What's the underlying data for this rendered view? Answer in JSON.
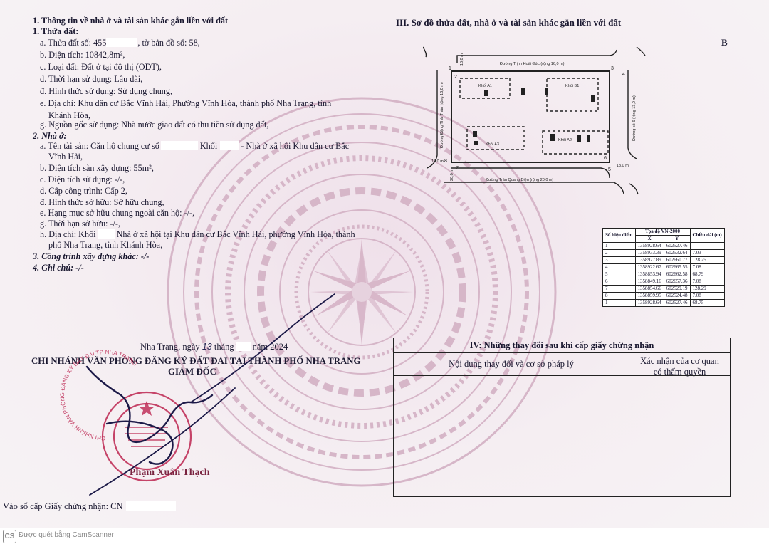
{
  "left": {
    "heading1a": "1. Thông tin về nhà ở và tài sản khác gắn liền với đất",
    "heading1b": "1. Thửa đất:",
    "a": "a. Thửa đất số: 455",
    "a_sheet": ", tờ bản đồ số: 58,",
    "b": "b. Diện tích: 10842,8m²,",
    "c": "c. Loại đất: Đất ở tại đô thị (ODT),",
    "d": "d. Thời hạn sử dụng: Lâu dài,",
    "dd": "đ. Hình thức sử dụng: Sử dụng chung,",
    "e1": "e. Địa chỉ: Khu dân cư Bắc Vĩnh Hải, Phường Vĩnh Hòa, thành phố Nha Trang, tỉnh",
    "e2": "Khánh Hòa,",
    "g": "g. Nguồn gốc sử dụng: Nhà nước giao đất có thu tiền sử dụng đất,",
    "h2": "2. Nhà ở:",
    "n_a1": "a. Tên tài sản: Căn hộ chung cư số",
    "n_a1b": "Khối",
    "n_a1c": "- Nhà ở xã hội Khu dân cư Bắc",
    "n_a2": "Vĩnh Hải,",
    "n_b": "b. Diện tích sàn xây dựng: 55m²,",
    "n_c": "c. Diện tích sử dụng: -/-,",
    "n_d": "d. Cấp công trình: Cấp 2,",
    "n_dd": "đ. Hình thức sở hữu: Sở hữu chung,",
    "n_e": "e. Hạng mục sở hữu chung ngoài căn hộ: -/-,",
    "n_g": "g. Thời hạn sở hữu: -/-,",
    "n_h1": "h. Địa chỉ: Khối",
    "n_h1b": "Nhà ở xã hội tại Khu dân cư Bắc Vĩnh Hải, phường Vĩnh Hòa, thành",
    "n_h2": "phố Nha Trang, tỉnh Khánh Hòa,",
    "h3": "3. Công trình xây dựng khác: -/-",
    "h4": "4. Ghi chú: -/-"
  },
  "right": {
    "section3_title": "III. Sơ đồ thửa đất, nhà ở và tài sản khác gắn liền với đất",
    "page_letter": "B",
    "map": {
      "road_top": "Đường Trịnh Hoài Đức (rộng 16,0 m)",
      "road_bottom": "Đường Trần Quang Diệu (rộng 20,0 m)",
      "road_left": "Đường Đặng Thái Thân (rộng 16,0 m)",
      "road_right": "Đường số 6 (rộng 13,0 m)",
      "blocks": [
        "Khối A1",
        "Khối B1",
        "Khối A2",
        "Khối A3"
      ],
      "dims": [
        "16,0 m",
        "13,0 m",
        "20,0 m",
        "16,0 m"
      ],
      "points": [
        "1",
        "2",
        "3",
        "4",
        "5",
        "6",
        "7",
        "8"
      ]
    },
    "coord_table": {
      "h_so": "Số hiệu điểm",
      "h_toado": "Tọa độ VN-2000",
      "h_x": "X",
      "h_y": "Y",
      "h_len": "Chiều dài (m)",
      "rows": [
        [
          "1",
          "1358928.64",
          "602527.46",
          ""
        ],
        [
          "2",
          "1358933.39",
          "602532.64",
          "7.03"
        ],
        [
          "3",
          "1358927.89",
          "602660.77",
          "128.25"
        ],
        [
          "4",
          "1358922.67",
          "602665.55",
          "7.08"
        ],
        [
          "5",
          "1358853.94",
          "602662.58",
          "68.79"
        ],
        [
          "6",
          "1358849.16",
          "602657.36",
          "7.08"
        ],
        [
          "7",
          "1358854.66",
          "602529.19",
          "128.29"
        ],
        [
          "8",
          "1358859.95",
          "602524.48",
          "7.08"
        ],
        [
          "1",
          "1358928.64",
          "602527.46",
          "68.75"
        ]
      ]
    },
    "section4": {
      "title": "IV: Những thay đổi sau khi cấp giấy chứng nhận",
      "col1": "Nội dung thay đổi và cơ sở pháp lý",
      "col2a": "Xác nhận của cơ quan",
      "col2b": "có thẩm quyền"
    }
  },
  "signature": {
    "date_prefix": "Nha Trang, ngày",
    "date_day": "13",
    "date_mid": "tháng",
    "date_suffix": "năm 2024",
    "office": "CHI NHÁNH VĂN PHÒNG ĐĂNG KÝ ĐẤT ĐAI TẠI THÀNH PHỐ NHA TRANG",
    "title": "GIÁM ĐỐC",
    "signer": "Phạm Xuân Thạch",
    "stamp_text": "CHI NHÁNH VĂN PHÒNG ĐĂNG KÝ ĐẤT ĐAI TP NHA TRANG"
  },
  "cert_line": "Vào sổ cấp Giấy chứng nhận: CN",
  "footer": {
    "logo": "CS",
    "text": "Được quét bằng CamScanner"
  },
  "colors": {
    "ink": "#1a1830",
    "stamp": "#c0315a",
    "watermark": "#d9b8cb"
  }
}
